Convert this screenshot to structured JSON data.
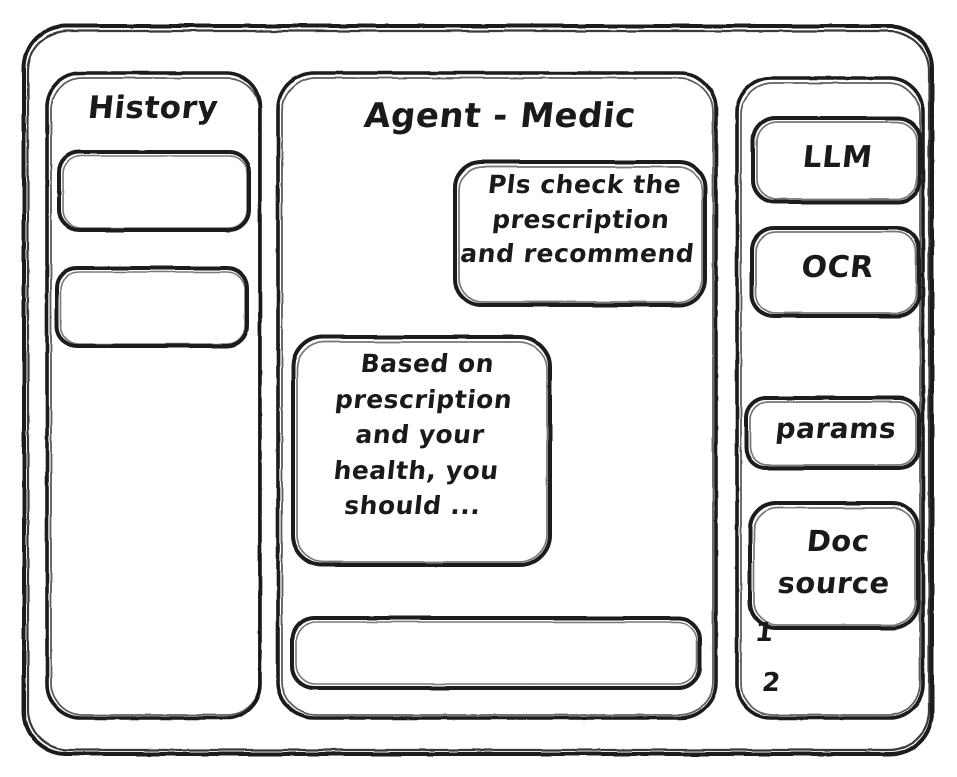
{
  "window": {
    "title": "Agent - Medic",
    "style": "hand-drawn wireframe",
    "background_color": "#ffffff",
    "stroke_color": "#1a1a1a"
  },
  "sidebar_left": {
    "title": "History",
    "items": [
      {
        "label": "",
        "name": "history-item-1"
      },
      {
        "label": "",
        "name": "history-item-2"
      }
    ]
  },
  "main": {
    "title": "Agent - Medic",
    "messages": [
      {
        "role": "user",
        "text": "Pls check the\nprescription\nand recommend",
        "align": "right"
      },
      {
        "role": "assistant",
        "text": "Based on\nprescription\nand your\nhealth, you\nshould ...",
        "align": "left"
      }
    ],
    "composer": {
      "value": "",
      "placeholder": ""
    }
  },
  "sidebar_right": {
    "tools": [
      {
        "label": "LLM",
        "name": "tool-llm"
      },
      {
        "label": "OCR",
        "name": "tool-ocr"
      }
    ],
    "params": {
      "label": "params"
    },
    "doc_source": {
      "label": "Doc\nsource",
      "entries": [
        "1",
        "2"
      ]
    }
  }
}
